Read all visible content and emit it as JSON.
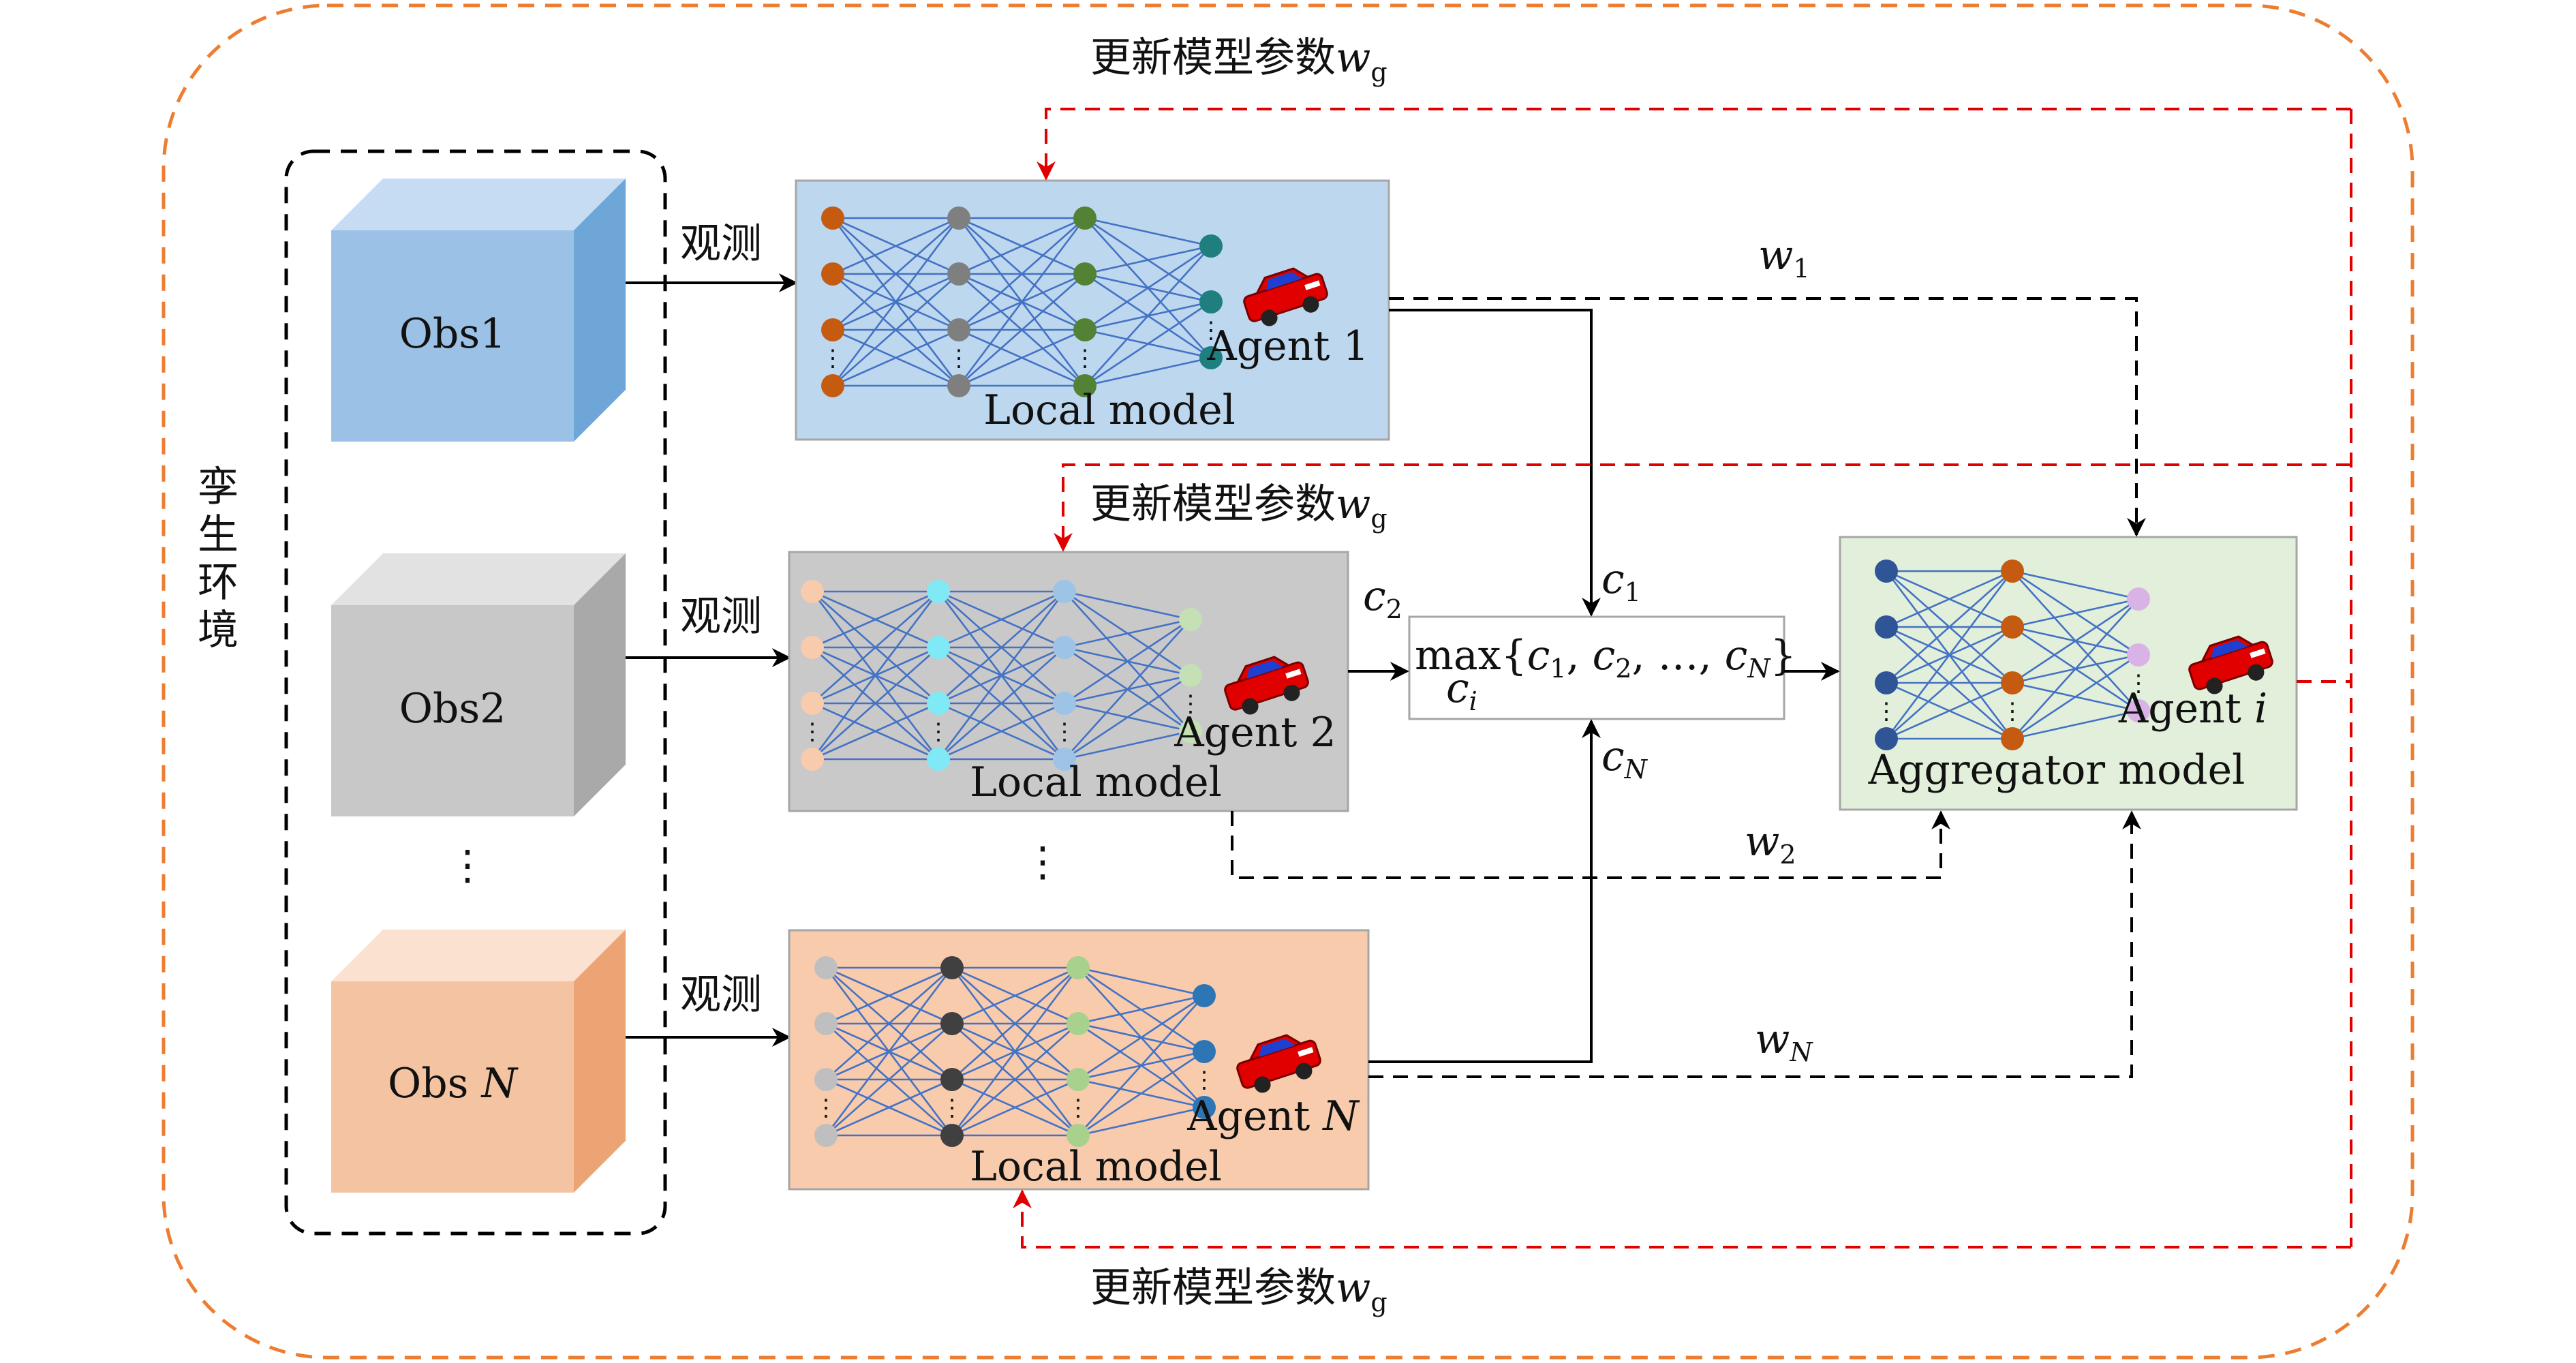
{
  "twin_environment": {
    "label_chars": [
      "孪",
      "生",
      "环",
      "境"
    ]
  },
  "observations": [
    {
      "name": "Obs1",
      "front": "#9bc2e6",
      "top": "#c5dcf2",
      "side": "#6fa6d8"
    },
    {
      "name": "Obs2",
      "front": "#c8c8c8",
      "top": "#e2e2e2",
      "side": "#a9a9a9"
    },
    {
      "name": "Obs ",
      "var": "N",
      "front": "#f4c3a1",
      "top": "#fbe1cf",
      "side": "#eda474"
    }
  ],
  "observe_label": "观测",
  "update_label": "更新模型参数",
  "update_var": "w",
  "update_sub": "g",
  "local_models": [
    {
      "agent_text": "Agent 1",
      "agent_var": "",
      "model_label": "Local model",
      "bg": "#bdd7ee",
      "layer_colors": [
        "#c55a11",
        "#7f7f7f",
        "#548235",
        "#1f7f7f"
      ]
    },
    {
      "agent_text": "Agent 2",
      "agent_var": "",
      "model_label": "Local model",
      "bg": "#c9c9c9",
      "layer_colors": [
        "#f8cbad",
        "#7fe9f5",
        "#9dc3e6",
        "#c5e0b4"
      ]
    },
    {
      "agent_text": "Agent ",
      "agent_var": "N",
      "model_label": "Local model",
      "bg": "#f7cbac",
      "layer_colors": [
        "#bfbfbf",
        "#404040",
        "#a9d18e",
        "#2e75b6"
      ]
    }
  ],
  "aggregator": {
    "agent_text": "Agent ",
    "agent_var": "i",
    "model_label": "Aggregator model",
    "bg": "#e2efda",
    "layer_colors": [
      "#2f5597",
      "#c55a11",
      "#d9b3e6"
    ]
  },
  "max_box": {
    "prefix": "max{",
    "terms": [
      {
        "var": "c",
        "sub": "1",
        "sep": ", "
      },
      {
        "var": "c",
        "sub": "2",
        "sep": ", …, "
      },
      {
        "var": "c",
        "sub": "N",
        "sep": "}"
      }
    ],
    "under_var": "c",
    "under_sub": "i"
  },
  "edge_labels": {
    "c1": {
      "var": "c",
      "sub": "1"
    },
    "c2": {
      "var": "c",
      "sub": "2"
    },
    "cN": {
      "var": "c",
      "sub": "N"
    },
    "w1": {
      "var": "w",
      "sub": "1"
    },
    "w2": {
      "var": "w",
      "sub": "2"
    },
    "wN": {
      "var": "w",
      "sub": "N"
    }
  },
  "ellipsis": "⋮",
  "colors": {
    "outer_border": "#ed7d31",
    "update_arrow": "#e00000",
    "neuron_edge": "#4472c4",
    "car": "#e00000"
  }
}
